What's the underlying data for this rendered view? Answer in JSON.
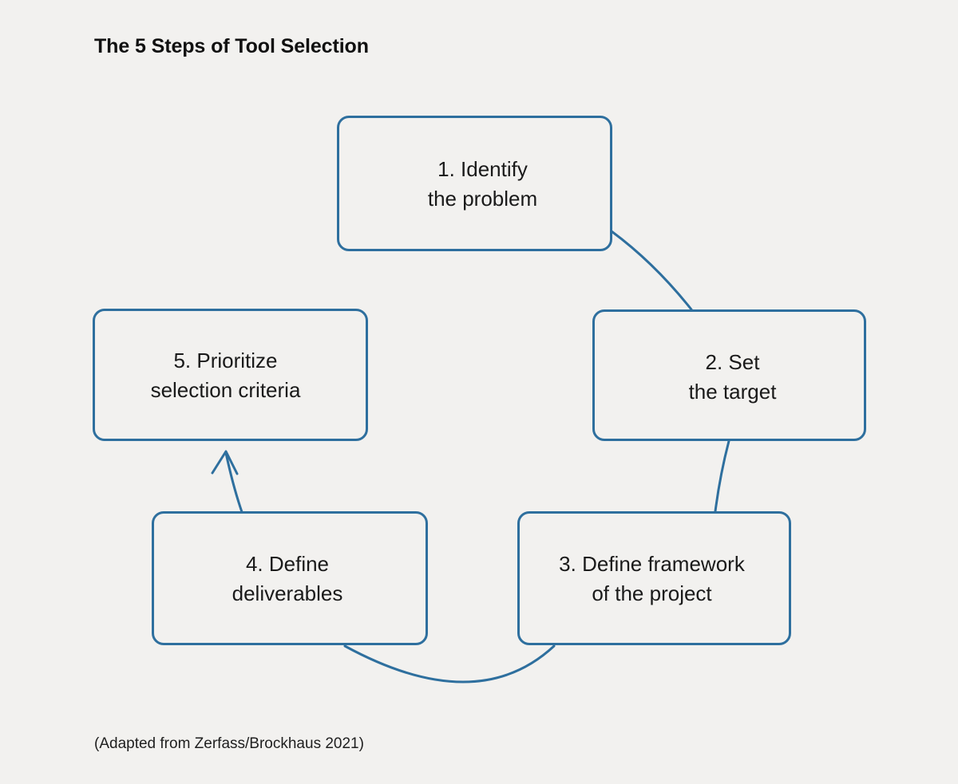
{
  "page": {
    "background_color": "#F2F1EF",
    "title": "The 5 Steps of Tool Selection",
    "caption": "(Adapted from Zerfass/Brockhaus 2021)"
  },
  "theme": {
    "accent_color": "#2E6F9E",
    "box_fill": "#F2F1EF",
    "text_color": "#1A1A1A",
    "title_color": "#111111"
  },
  "diagram": {
    "type": "cycle",
    "step_count": 5,
    "steps": [
      {
        "number": "1",
        "label": "1. Identify\nthe problem",
        "line1": "1. Identify",
        "line2": "the problem",
        "position": "top"
      },
      {
        "number": "2",
        "label": "2. Set\nthe target",
        "line1": "2. Set",
        "line2": "the target",
        "position": "right"
      },
      {
        "number": "3",
        "label": "3. Define framework\nof the project",
        "line1": "3. Define framework",
        "line2": "of the project",
        "position": "bottom-right"
      },
      {
        "number": "4",
        "label": "4. Define\ndeliverables",
        "line1": "4. Define",
        "line2": "deliverables",
        "position": "bottom-left"
      },
      {
        "number": "5",
        "label": "5. Prioritize\nselection criteria",
        "line1": "5. Prioritize",
        "line2": "selection criteria",
        "position": "left"
      }
    ],
    "connectors": [
      {
        "from": "1",
        "to": "2",
        "style": "curve",
        "arrowhead": false
      },
      {
        "from": "2",
        "to": "3",
        "style": "curve",
        "arrowhead": false
      },
      {
        "from": "3",
        "to": "4",
        "style": "arc",
        "arrowhead": false
      },
      {
        "from": "4",
        "to": "5",
        "style": "curve",
        "arrowhead": true
      }
    ]
  }
}
